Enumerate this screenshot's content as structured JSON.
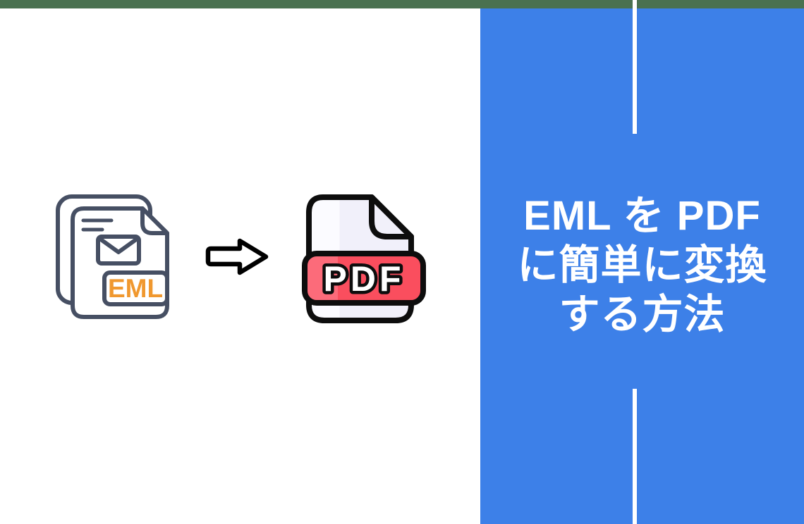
{
  "colors": {
    "top_bar_green": "#4A7150",
    "panel_blue": "#3D80E8",
    "title_text": "#FFFFFF",
    "divider_white": "#FFFFFF",
    "eml_outline_slate": "#464F63",
    "eml_label_orange": "#F0982F",
    "arrow_black": "#000000",
    "pdf_outline_black": "#0D0D0D",
    "pdf_banner_red": "#FA4E5E",
    "pdf_banner_red_light": "#FC6B7A",
    "pdf_doc_fill": "#F1F0FA",
    "pdf_doc_fill_light": "#FBFBFF",
    "pdf_label_white": "#FFFFFF"
  },
  "title_panel": {
    "lines": [
      "EML を PDF",
      "に簡単に変換",
      "する方法"
    ],
    "full_text": "EML を PDF に簡単に変換する方法"
  },
  "graphic": {
    "eml_file_icon": {
      "label": "EML"
    },
    "conversion_arrow_icon": {
      "direction": "right"
    },
    "pdf_file_icon": {
      "label": "PDF"
    }
  }
}
